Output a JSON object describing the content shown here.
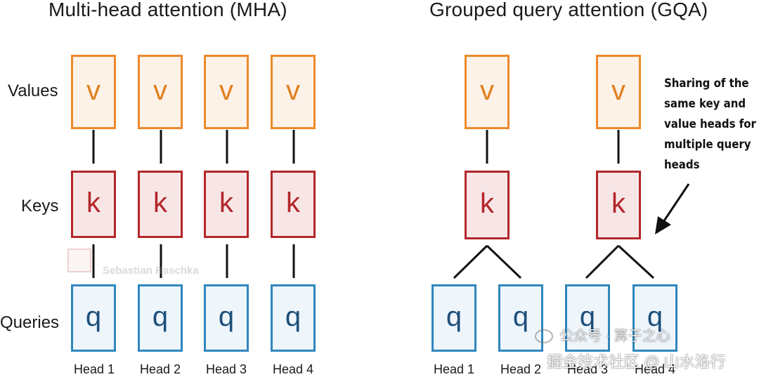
{
  "mha": {
    "title": "Multi-head attention (MHA)",
    "heads": [
      {
        "value": "v",
        "key": "k",
        "query": "q",
        "label": "Head 1"
      },
      {
        "value": "v",
        "key": "k",
        "query": "q",
        "label": "Head 2"
      },
      {
        "value": "v",
        "key": "k",
        "query": "q",
        "label": "Head 3"
      },
      {
        "value": "v",
        "key": "k",
        "query": "q",
        "label": "Head 4"
      }
    ]
  },
  "gqa": {
    "title": "Grouped query attention (GQA)",
    "groups": [
      {
        "value": "v",
        "key": "k"
      },
      {
        "value": "v",
        "key": "k"
      }
    ],
    "queries": [
      {
        "query": "q",
        "label": "Head 1"
      },
      {
        "query": "q",
        "label": "Head 2"
      },
      {
        "query": "q",
        "label": "Head 3"
      },
      {
        "query": "q",
        "label": "Head 4"
      }
    ],
    "annotation": [
      "Sharing of the",
      "same key and",
      "value heads for",
      "multiple query",
      "heads"
    ]
  },
  "row_labels": {
    "values": "Values",
    "keys": "Keys",
    "queries": "Queries"
  },
  "watermarks": {
    "author": "Sebastian Raschka",
    "wechat": "公众号 · 算子之心",
    "juejin": "掘金技术社区 @ 山水洛行"
  },
  "colors": {
    "value": "#ec8a2c",
    "key": "#b3262a",
    "query": "#2f86bd",
    "line": "#111111"
  }
}
